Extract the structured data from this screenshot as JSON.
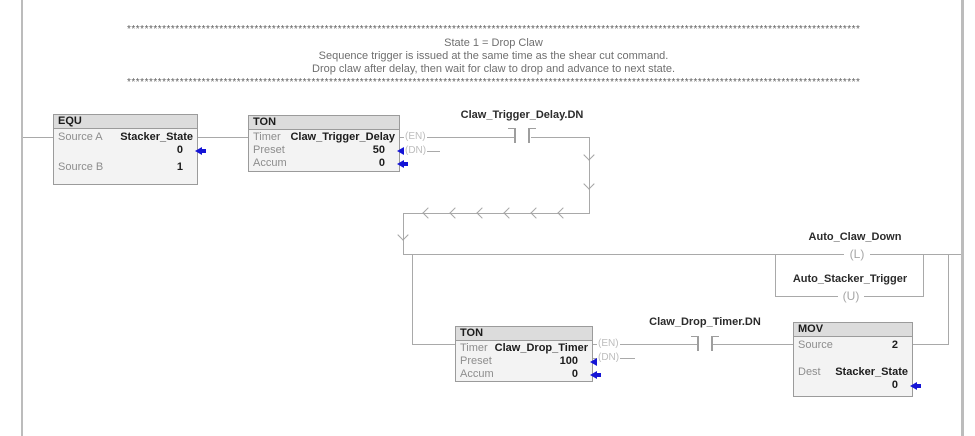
{
  "comment": {
    "stars": "********************************************************************************************************************************************************************************************************************************************",
    "title": "State 1 = Drop Claw",
    "line2": "Sequence trigger is issued at the same time as the shear cut command.",
    "line3": "Drop claw after delay, then wait for claw to drop and advance to next state."
  },
  "equ": {
    "title": "EQU",
    "source_a_label": "Source A",
    "source_a_tag": "Stacker_State",
    "source_a_value": "0",
    "source_b_label": "Source B",
    "source_b_value": "1"
  },
  "ton1": {
    "title": "TON",
    "timer_label": "Timer",
    "timer_tag": "Claw_Trigger_Delay",
    "preset_label": "Preset",
    "preset_value": "50",
    "accum_label": "Accum",
    "accum_value": "0",
    "en": "(EN)",
    "dn": "(DN)"
  },
  "contact1": {
    "tag": "Claw_Trigger_Delay.DN"
  },
  "coil_latch": {
    "tag": "Auto_Claw_Down",
    "symbol": "(L)"
  },
  "coil_unlatch": {
    "tag": "Auto_Stacker_Trigger",
    "symbol": "(U)"
  },
  "ton2": {
    "title": "TON",
    "timer_label": "Timer",
    "timer_tag": "Claw_Drop_Timer",
    "preset_label": "Preset",
    "preset_value": "100",
    "accum_label": "Accum",
    "accum_value": "0",
    "en": "(EN)",
    "dn": "(DN)"
  },
  "contact2": {
    "tag": "Claw_Drop_Timer.DN"
  },
  "mov": {
    "title": "MOV",
    "source_label": "Source",
    "source_value": "2",
    "dest_label": "Dest",
    "dest_tag": "Stacker_State",
    "dest_value": "0"
  },
  "colors": {
    "wire": "#a9a9a9",
    "value_pointer_blue": "#1414d6",
    "block_header": "#dcdcdc",
    "block_body": "#f3f3f3",
    "block_border": "#9b9b9b"
  }
}
